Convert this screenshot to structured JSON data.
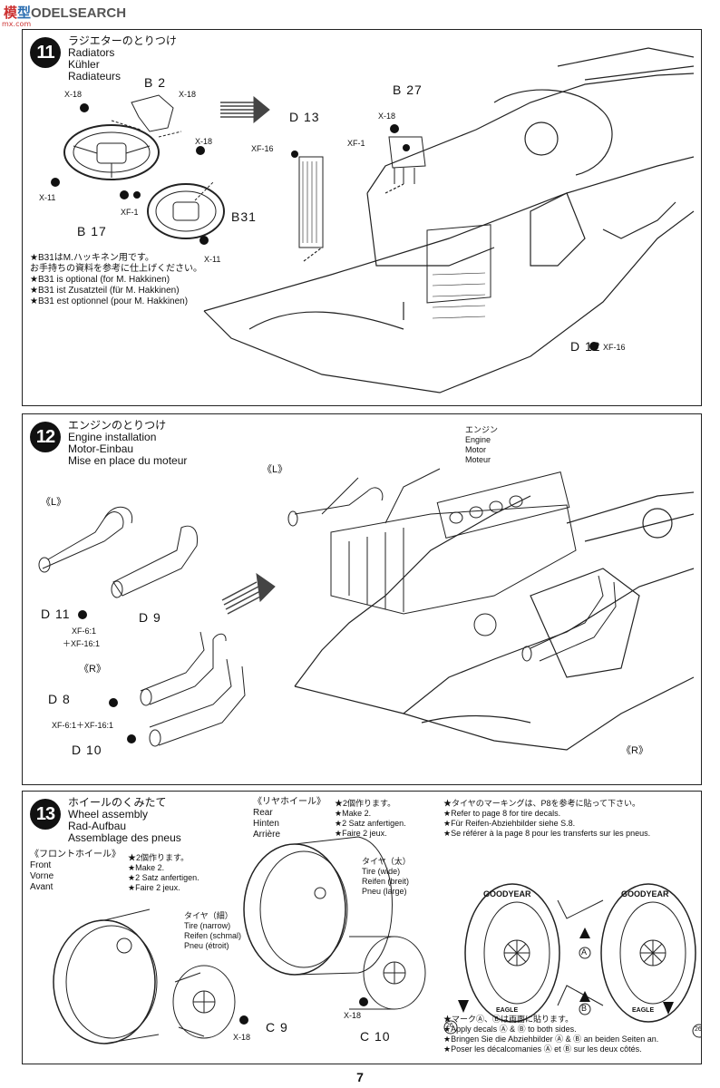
{
  "watermark": {
    "c1": "模",
    "c2": "型",
    "rest": "ODELSEARCH",
    "sub": "mx.com"
  },
  "page_number": "7",
  "step11": {
    "num": "11",
    "title": [
      "ラジエターのとりつけ",
      "Radiators",
      "Kühler",
      "Radiateurs"
    ],
    "labels": {
      "b2": "B 2",
      "b17": "B 17",
      "b31": "B31",
      "b27": "B 27",
      "d13": "D 13",
      "d12": "D 12",
      "x18a": "X-18",
      "x18b": "X-18",
      "x18c": "X-18",
      "x11a": "X-11",
      "x11b": "X-11",
      "xf1a": "XF-1",
      "xf1b": "XF-1",
      "xf16a": "XF-16",
      "xf16b": "XF-16"
    },
    "notes": [
      "★B31はM.ハッキネン用です。",
      "お手持ちの資料を参考に仕上げください。",
      "★B31 is optional (for M. Hakkinen)",
      "★B31 ist Zusatzteil (für M. Hakkinen)",
      "★B31 est optionnel (pour M. Hakkinen)"
    ]
  },
  "step12": {
    "num": "12",
    "title": [
      "エンジンのとりつけ",
      "Engine installation",
      "Motor-Einbau",
      "Mise en place du moteur"
    ],
    "engine_label": [
      "エンジン",
      "Engine",
      "Motor",
      "Moteur"
    ],
    "labels": {
      "l1": "《L》",
      "l2": "《L》",
      "r1": "《R》",
      "r2": "《R》",
      "d11": "D 11",
      "d9": "D 9",
      "d8": "D 8",
      "d10": "D 10",
      "paint1": "XF-6:1",
      "paint2": "＋XF-16:1",
      "paint3": "XF-6:1＋XF-16:1"
    }
  },
  "step13": {
    "num": "13",
    "title": [
      "ホイールのくみたて",
      "Wheel assembly",
      "Rad-Aufbau",
      "Assemblage des pneus"
    ],
    "front": {
      "head": "《フロントホイール》",
      "names": [
        "Front",
        "Vorne",
        "Avant"
      ],
      "make": [
        "★2個作ります。",
        "★Make 2.",
        "★2 Satz anfertigen.",
        "★Faire 2 jeux."
      ],
      "tire": [
        "タイヤ（細）",
        "Tire (narrow)",
        "Reifen (schmal)",
        "Pneu (étroit)"
      ]
    },
    "rear": {
      "head": "《リヤホイール》",
      "names": [
        "Rear",
        "Hinten",
        "Arrière"
      ],
      "make": [
        "★2個作ります。",
        "★Make 2.",
        "★2 Satz anfertigen.",
        "★Faire 2 jeux."
      ],
      "tire": [
        "タイヤ（太）",
        "Tire (wide)",
        "Reifen (breit)",
        "Pneu (large)"
      ]
    },
    "labels": {
      "c9": "C 9",
      "c10": "C 10",
      "x18a": "X-18",
      "x18b": "X-18",
      "a": "A",
      "b": "B",
      "n26a": "26",
      "n26b": "26",
      "brand": "GOODYEAR",
      "eagle": "EAGLE"
    },
    "decal_notes": [
      "★タイヤのマーキングは、P8を参考に貼って下さい。",
      "★Refer to page 8 for tire decals.",
      "★Für Reifen-Abziehbilder siehe S.8.",
      "★Se référer à la page 8 pour les transferts sur les pneus."
    ],
    "ab_notes": [
      "★マークⒶ、Ⓑは両面に貼ります。",
      "★Apply decals Ⓐ & Ⓑ to both sides.",
      "★Bringen Sie die Abziehbilder Ⓐ & Ⓑ an beiden Seiten an.",
      "★Poser les décalcomanies Ⓐ et Ⓑ sur les deux côtés."
    ]
  }
}
